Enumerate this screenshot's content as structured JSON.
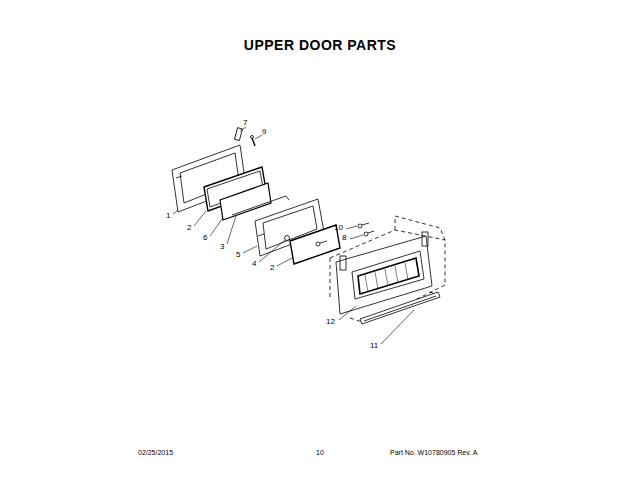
{
  "diagram": {
    "title": "UPPER DOOR PARTS",
    "labels": [
      "7",
      "9",
      "1",
      "2",
      "6",
      "3",
      "5",
      "4",
      "2",
      "10",
      "8",
      "12",
      "11",
      "02/25/2015",
      "10",
      "Part No. W10780905 Rev. A"
    ]
  }
}
